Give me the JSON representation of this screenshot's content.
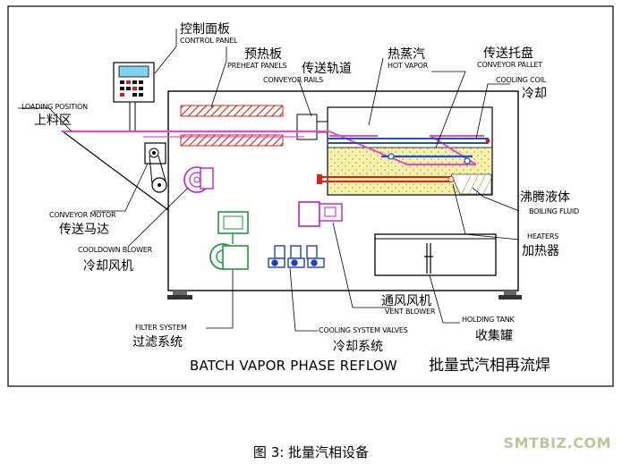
{
  "labels": {
    "control_panel_cn": "控制面板",
    "control_panel_en": "CONTROL PANEL",
    "preheat_cn": "预热板",
    "preheat_en": "PREHEAT PANELS",
    "rails_cn": "传送轨道",
    "rails_en": "CONVEYOR RAILS",
    "hot_vapor_cn": "热蒸汽",
    "hot_vapor_en": "HOT VAPOR",
    "pallet_cn": "传送托盘",
    "pallet_en": "CONVEYOR PALLET",
    "cooling_coil_en": "COOLING COIL",
    "cooling_coil_cn": "冷却",
    "loading_en": "LOADING POSITION",
    "loading_cn": "上料区",
    "conveyor_motor_en": "CONVEYOR MOTOR",
    "conveyor_motor_cn": "传送马达",
    "cooldown_blower_en": "COOLDOWN BLOWER",
    "cooldown_blower_cn": "冷却风机",
    "boiling_fluid_cn": "沸腾液体",
    "boiling_fluid_en": "BOILING FLUID",
    "heaters_en": "HEATERS",
    "heaters_cn": "加热器",
    "vent_blower_cn": "通风风机",
    "vent_blower_en": "VENT BLOWER",
    "holding_tank_en": "HOLDING TANK",
    "holding_tank_cn": "收集罐",
    "filter_system_en": "FILTER SYSTEM",
    "filter_system_cn": "过滤系统",
    "cooling_valves_en": "COOLING SYSTEM VALVES",
    "cooling_valves_cn": "冷却系统"
  },
  "title": {
    "en": "BATCH VAPOR PHASE REFLOW",
    "cn": "批量式汽相再流焊"
  },
  "caption": "图 3: 批量汽相设备",
  "watermark": "SMTBIZ.COM",
  "colors": {
    "preheat": "#cc2b1d",
    "rail": "#e04ccf",
    "coil": "#1a4fd6",
    "heater": "#e0201a",
    "fluid": "#f4f0a8",
    "blower": "#1f9a3a",
    "valve": "#2040c0",
    "screen": "#7fd3ee",
    "watermark": "#b9c79a"
  }
}
